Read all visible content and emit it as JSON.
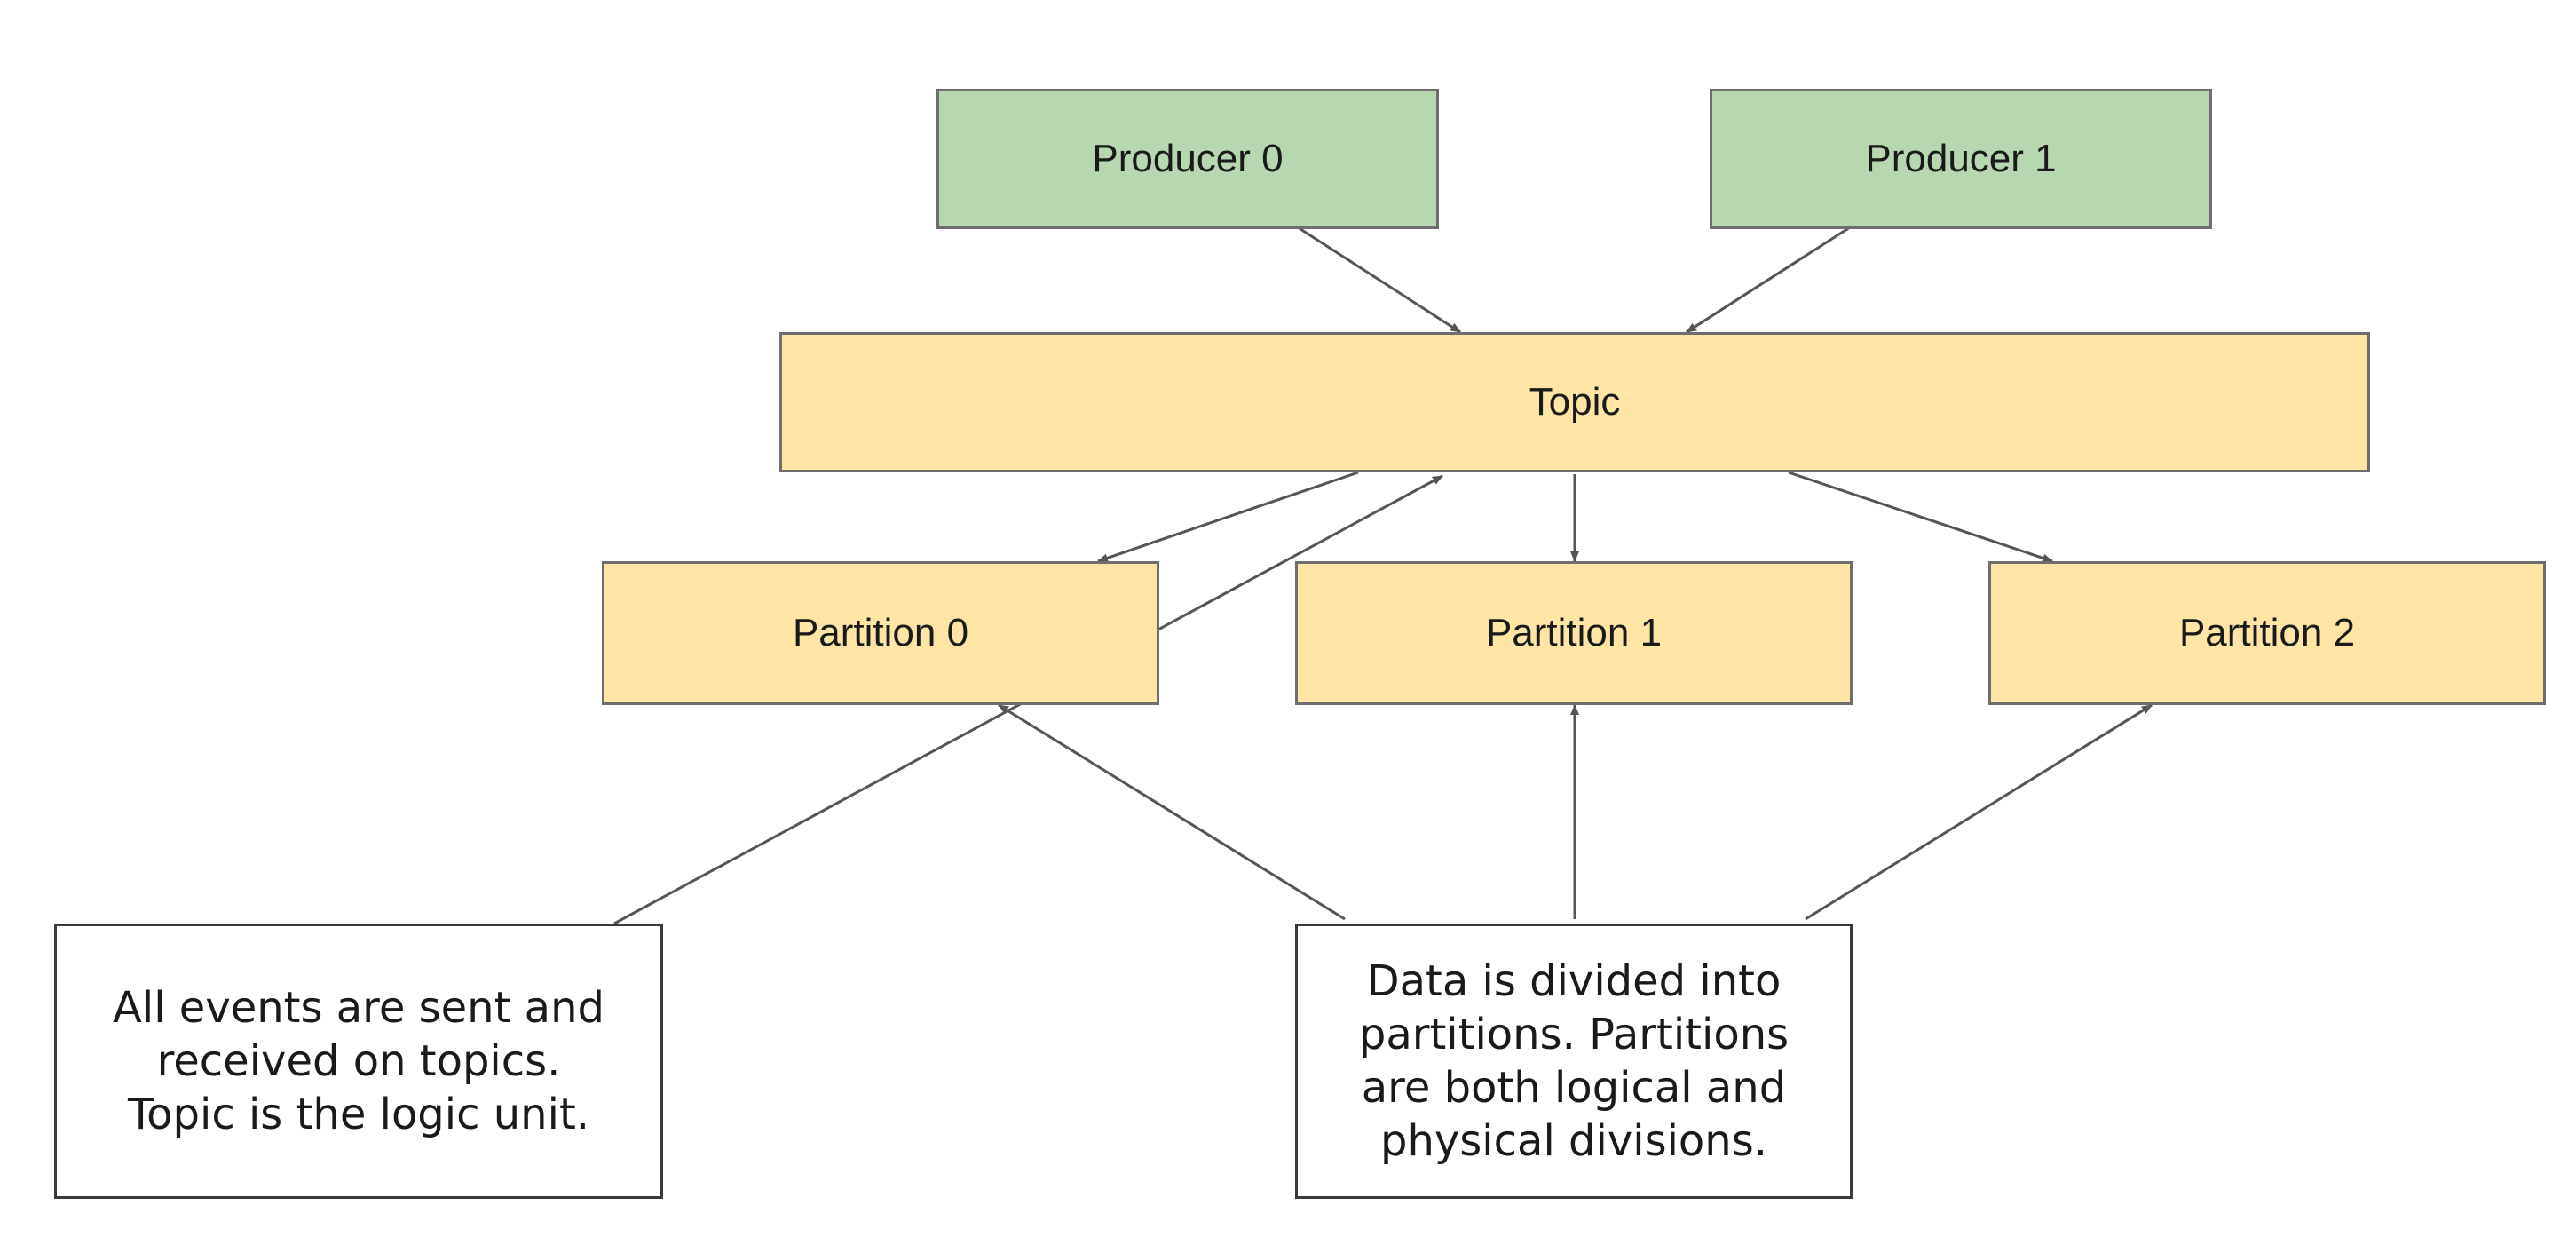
{
  "diagram": {
    "producers": [
      {
        "label": "Producer 0"
      },
      {
        "label": "Producer 1"
      }
    ],
    "topic": {
      "label": "Topic"
    },
    "partitions": [
      {
        "label": "Partition 0"
      },
      {
        "label": "Partition 1"
      },
      {
        "label": "Partition 2"
      }
    ],
    "notes": {
      "topic_note": "All events are sent and\nreceived on topics.\nTopic is the logic unit.",
      "partition_note": "Data is divided into\npartitions. Partitions\nare both logical and\nphysical divisions."
    },
    "colors": {
      "producer_fill": "#b7d7b1",
      "topic_fill": "#fee5a5",
      "partition_fill": "#fee5a5",
      "note_fill": "#ffffff",
      "connector": "#555555"
    }
  }
}
